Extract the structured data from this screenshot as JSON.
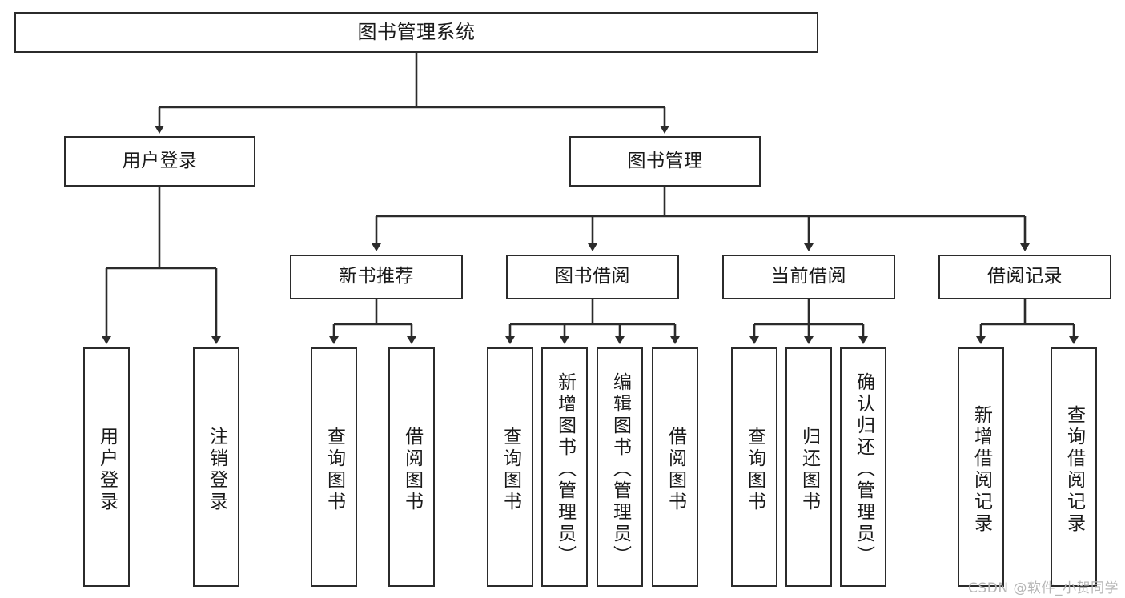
{
  "diagram": {
    "title": "图书管理系统",
    "type": "tree-hierarchy-functional-structure",
    "line_color": "#2b2b2b",
    "box_fill": "#ffffff",
    "text_color": "#1a1a1a",
    "watermark": "CSDN @软件_小贺同学"
  },
  "root": {
    "label": "图书管理系统"
  },
  "level1": [
    {
      "label": "用户登录"
    },
    {
      "label": "图书管理"
    }
  ],
  "level2": [
    {
      "label": "新书推荐"
    },
    {
      "label": "图书借阅"
    },
    {
      "label": "当前借阅"
    },
    {
      "label": "借阅记录"
    }
  ],
  "leaves": {
    "user_login": [
      {
        "label": "用户登录"
      },
      {
        "label": "注销登录"
      }
    ],
    "new_book_recommend": [
      {
        "label": "查询图书"
      },
      {
        "label": "借阅图书"
      }
    ],
    "book_borrow": [
      {
        "label": "查询图书"
      },
      {
        "label": "新增图书（管理员）"
      },
      {
        "label": "编辑图书（管理员）"
      },
      {
        "label": "借阅图书"
      }
    ],
    "current_borrow": [
      {
        "label": "查询图书"
      },
      {
        "label": "归还图书"
      },
      {
        "label": "确认归还（管理员）"
      }
    ],
    "borrow_records": [
      {
        "label": "新增借阅记录"
      },
      {
        "label": "查询借阅记录"
      }
    ]
  }
}
